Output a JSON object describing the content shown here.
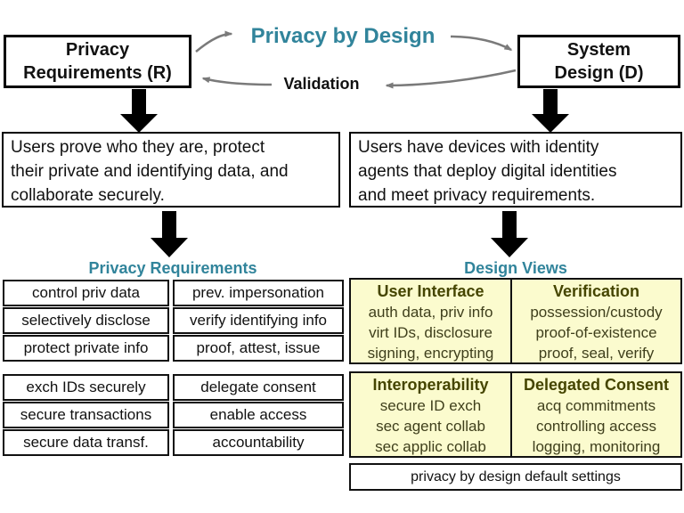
{
  "header": {
    "title": "Privacy by Design",
    "validation": "Validation",
    "requirements_box": "Privacy\nRequirements (R)",
    "design_box": "System\nDesign (D)"
  },
  "descriptions": {
    "left": "Users prove who they are, protect\ntheir private and identifying data, and\ncollaborate securely.",
    "right": "Users have devices with identity\nagents that deploy digital identities\nand meet privacy requirements."
  },
  "privacy_requirements": {
    "heading": "Privacy Requirements",
    "group1": {
      "col1": [
        "control priv data",
        "selectively disclose",
        "protect private info"
      ],
      "col2": [
        "prev. impersonation",
        "verify identifying info",
        "proof, attest, issue"
      ]
    },
    "group2": {
      "col1": [
        "exch IDs securely",
        "secure transactions",
        "secure data transf."
      ],
      "col2": [
        "delegate consent",
        "enable access",
        "accountability"
      ]
    }
  },
  "design_views": {
    "heading": "Design Views",
    "cells": [
      {
        "title": "User Interface",
        "lines": [
          "auth data, priv info",
          "virt IDs, disclosure",
          "signing, encrypting"
        ]
      },
      {
        "title": "Verification",
        "lines": [
          "possession/custody",
          "proof-of-existence",
          "proof, seal, verify"
        ]
      },
      {
        "title": "Interoperability",
        "lines": [
          "secure ID exch",
          "sec agent collab",
          "sec applic collab"
        ]
      },
      {
        "title": "Delegated Consent",
        "lines": [
          "acq commitments",
          "controlling access",
          "logging, monitoring"
        ]
      }
    ],
    "footer": "privacy by design default settings"
  },
  "colors": {
    "accent_teal": "#31849B",
    "panel_yellow": "#FBFBCE",
    "olive_text": "#454500",
    "arrow_gray": "#7A7A7A"
  }
}
